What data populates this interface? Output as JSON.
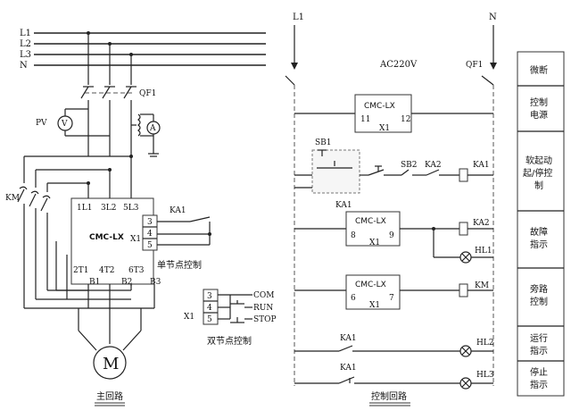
{
  "main_circuit": {
    "bus_labels": [
      "L1",
      "L2",
      "L3",
      "N"
    ],
    "breaker_label": "QF1",
    "voltmeter_label": "PV",
    "voltmeter_symbol": "V",
    "ammeter_symbol": "A",
    "contactor_label": "KM",
    "soft_starter": {
      "model": "CMC-LX",
      "connector": "X1",
      "top_terminals": [
        "1L1",
        "3L2",
        "5L3"
      ],
      "bottom_terminals": [
        "2T1",
        "4T2",
        "6T3"
      ]
    },
    "bypass_terminals": [
      "B1",
      "B2",
      "B3"
    ],
    "single_node": {
      "terminals": [
        "3",
        "4",
        "5"
      ],
      "relay_label": "KA1",
      "caption": "单节点控制"
    },
    "motor_symbol": "M",
    "caption": "主回路"
  },
  "double_node": {
    "connector": "X1",
    "terminals": [
      "3",
      "4",
      "5"
    ],
    "signals": [
      "COM",
      "RUN",
      "STOP"
    ],
    "caption": "双节点控制"
  },
  "control_circuit": {
    "left_rail_label": "L1",
    "right_rail_label": "N",
    "supply_voltage": "AC220V",
    "breaker_label": "QF1",
    "rows": [
      {
        "model": "CMC-LX",
        "t_left": "11",
        "t_right": "12",
        "connector": "X1"
      },
      {
        "sb1": "SB1",
        "sb2": "SB2",
        "ka2": "KA2",
        "ka1": "KA1"
      },
      {
        "ka1": "KA1",
        "model": "CMC-LX",
        "t_left": "8",
        "t_right": "9",
        "connector": "X1",
        "ka2": "KA2",
        "lamp": "HL1"
      },
      {
        "model": "CMC-LX",
        "t_left": "6",
        "t_right": "7",
        "connector": "X1",
        "km": "KM"
      },
      {
        "ka1": "KA1",
        "lamp": "HL2"
      },
      {
        "ka1": "KA1",
        "lamp": "HL3"
      }
    ],
    "caption": "控制回路"
  },
  "legend": [
    {
      "line1": "微断"
    },
    {
      "line1": "控制",
      "line2": "电源"
    },
    {
      "line1": "软起动",
      "line2": "起/停控",
      "line3": "制"
    },
    {
      "line1": "故障",
      "line2": "指示"
    },
    {
      "line1": "旁路",
      "line2": "控制"
    },
    {
      "line1": "运行",
      "line2": "指示"
    },
    {
      "line1": "停止",
      "line2": "指示"
    }
  ]
}
